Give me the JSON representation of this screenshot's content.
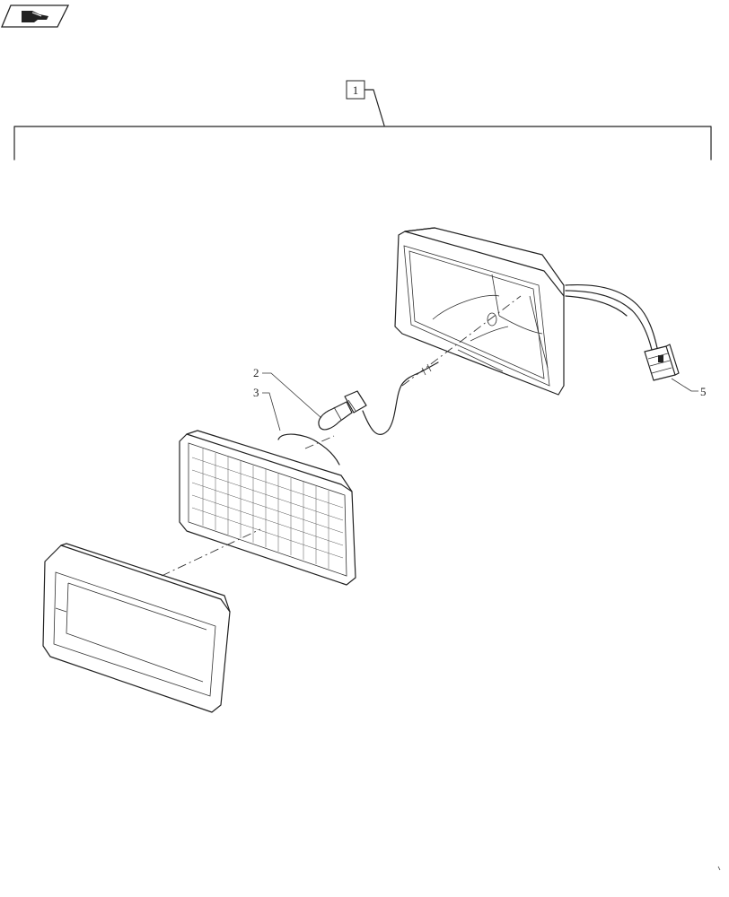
{
  "icons": {
    "nav_icon": "page-navigation-hand-icon"
  },
  "callouts": {
    "assembly": "1",
    "bulb": "2",
    "lens": "3",
    "connector": "5"
  },
  "colors": {
    "line": "#222222",
    "background": "#ffffff"
  }
}
